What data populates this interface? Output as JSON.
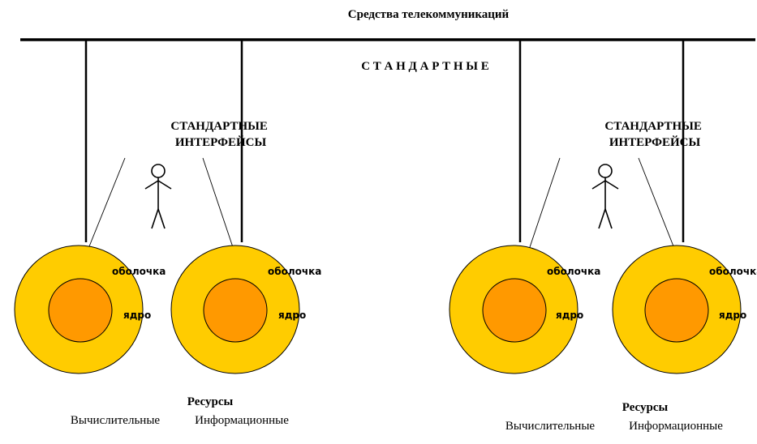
{
  "title": "Средства телекоммуникаций",
  "bus_label": "С Т А Н Д А Р Т Н Ы Е",
  "colors": {
    "shell": "#FFCC00",
    "core": "#FF9900",
    "line": "#000000",
    "background": "#FFFFFF"
  },
  "groups": [
    {
      "interfaces_label": [
        "СТАНДАРТНЫЕ",
        "ИНТЕРФЕЙСЫ"
      ],
      "resources_label": "Ресурсы",
      "user_icon": "stick-figure-person-icon",
      "spheres": [
        {
          "shell_label": "оболочка",
          "core_label": "ядро",
          "type_label": "Вычислительные"
        },
        {
          "shell_label": "оболочка",
          "core_label": "ядро",
          "type_label": "Информационные"
        }
      ]
    },
    {
      "interfaces_label": [
        "СТАНДАРТНЫЕ",
        "ИНТЕРФЕЙСЫ"
      ],
      "resources_label": "Ресурсы",
      "user_icon": "stick-figure-person-icon",
      "spheres": [
        {
          "shell_label": "оболочка",
          "core_label": "ядро",
          "type_label": "Вычислительные"
        },
        {
          "shell_label": "оболочка",
          "core_label": "ядро",
          "type_label": "Информационные"
        }
      ]
    }
  ]
}
